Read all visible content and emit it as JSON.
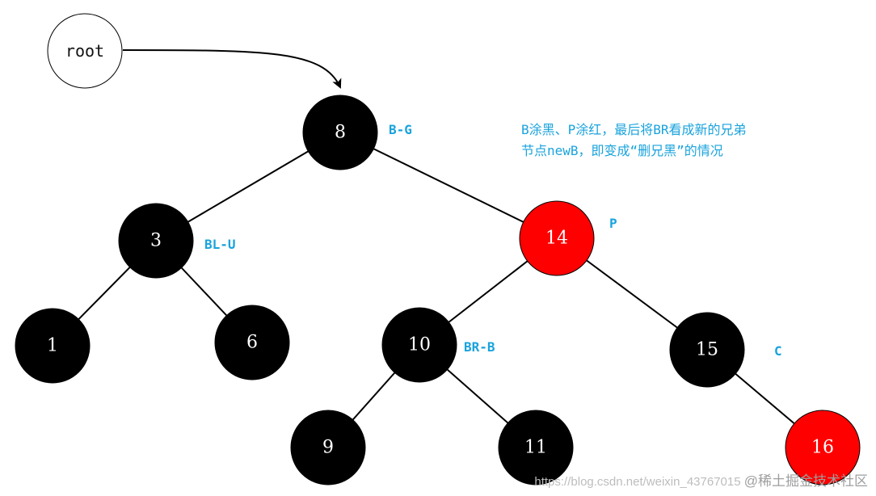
{
  "root_label": "root",
  "nodes": [
    {
      "id": "8",
      "label": "8",
      "color": "black",
      "role": "B-G"
    },
    {
      "id": "3",
      "label": "3",
      "color": "black",
      "role": "BL-U"
    },
    {
      "id": "14",
      "label": "14",
      "color": "red",
      "role": "P"
    },
    {
      "id": "1",
      "label": "1",
      "color": "black",
      "role": ""
    },
    {
      "id": "6",
      "label": "6",
      "color": "black",
      "role": ""
    },
    {
      "id": "10",
      "label": "10",
      "color": "black",
      "role": "BR-B"
    },
    {
      "id": "15",
      "label": "15",
      "color": "black",
      "role": "C"
    },
    {
      "id": "9",
      "label": "9",
      "color": "black",
      "role": ""
    },
    {
      "id": "11",
      "label": "11",
      "color": "black",
      "role": ""
    },
    {
      "id": "16",
      "label": "16",
      "color": "red",
      "role": ""
    }
  ],
  "edges": [
    [
      "8",
      "3"
    ],
    [
      "8",
      "14"
    ],
    [
      "3",
      "1"
    ],
    [
      "3",
      "6"
    ],
    [
      "14",
      "10"
    ],
    [
      "14",
      "15"
    ],
    [
      "10",
      "9"
    ],
    [
      "10",
      "11"
    ],
    [
      "15",
      "16"
    ]
  ],
  "note": {
    "line1": "B涂黑、P涂红，最后将BR看成新的兄弟",
    "line2": "节点newB，即变成“删兄黑”的情况"
  },
  "watermark": {
    "url": "https://blog.csdn.net/weixin_43767015",
    "brand": "@稀土掘金技术社区"
  },
  "colors": {
    "black_node": "#000000",
    "red_node": "#ff0000",
    "role_label": "#1aa3dc",
    "node_text": "#ffffff"
  }
}
